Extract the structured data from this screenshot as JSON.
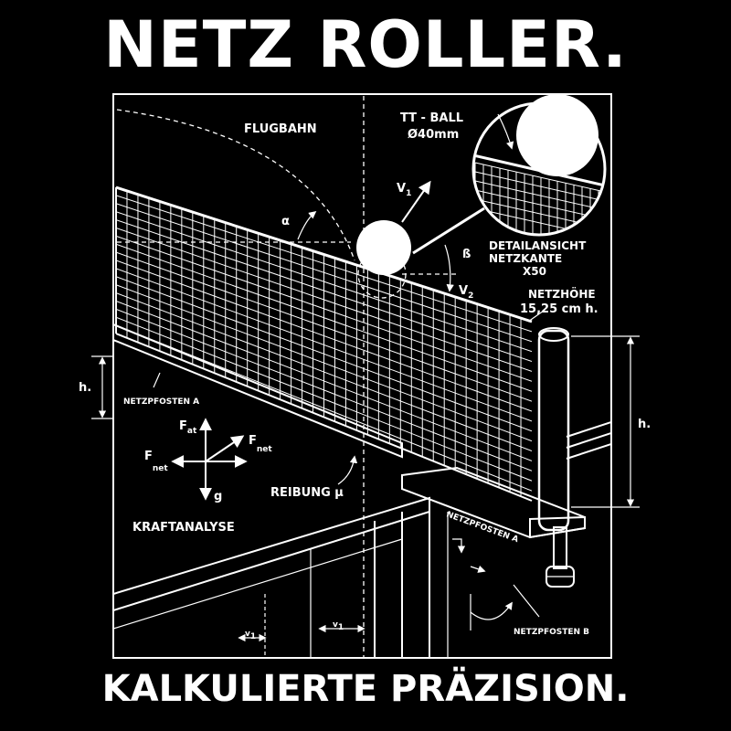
{
  "title": "NETZ ROLLER.",
  "subtitle": "KALKULIERTE PRÄZISION.",
  "labels": {
    "flugbahn": "FLUGBAHN",
    "tt_ball": "TT - BALL",
    "diameter": "Ø40mm",
    "v1": "V",
    "v1_sub": "1",
    "v2": "V",
    "v2_sub": "2",
    "alpha": "α",
    "beta": "ß",
    "detail_1": "DETAILANSICHT",
    "detail_2": "NETZKANTE",
    "detail_3": "X50",
    "height_1": "NETZHÖHE",
    "height_2": "15,25 cm h.",
    "h_left": "h.",
    "h_right": "h.",
    "post_a_left": "NETZPFOSTEN A",
    "post_a_right": "NETZPFOSTEN A",
    "post_b": "NETZPFOSTEN B",
    "f_at": "F",
    "f_at_sub": "at",
    "f_net_right": "F",
    "f_net_right_sub": "net",
    "f_net_left": "F",
    "f_net_left_sub": "net",
    "g": "g",
    "reibung": "REIBUNG μ",
    "kraftanalyse": "KRAFTANALYSE",
    "v1_bottom_a": "v",
    "v1_bottom_a_sub": "1",
    "v1_bottom_b": "v",
    "v1_bottom_b_sub": "1"
  },
  "icons": [
    "ping-pong-ball-icon",
    "net-post-icon",
    "magnifier-circle-icon",
    "force-arrows-icon"
  ]
}
